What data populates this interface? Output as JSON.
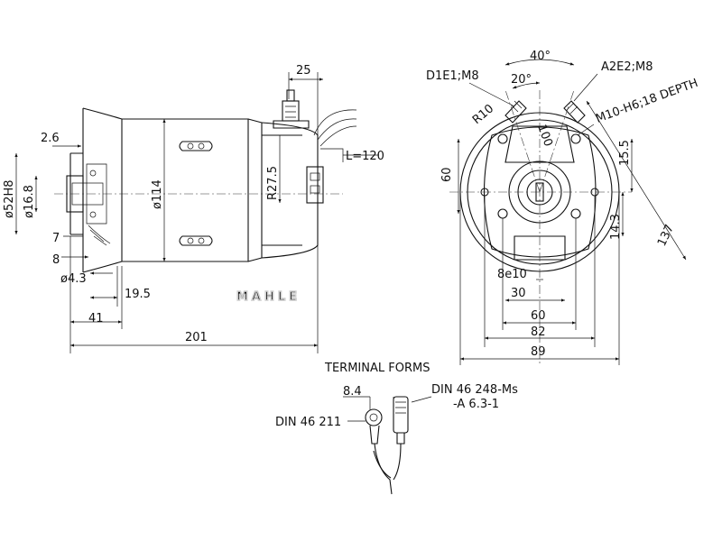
{
  "watermark": "MAHLE",
  "side_view": {
    "dim_top_25": "25",
    "dim_2_6": "2.6",
    "dim_L120": "L=120",
    "dim_52H8": "ø52H8",
    "dim_16_8": "ø16.8",
    "dim_114": "ø114",
    "dim_R27_5": "R27.5",
    "dim_7": "7",
    "dim_8": "8",
    "dim_4_3": "ø4.3",
    "dim_19_5": "19.5",
    "dim_41": "41",
    "dim_201": "201"
  },
  "end_view": {
    "angle_40": "40°",
    "angle_20": "20°",
    "label_d1e1": "D1E1;M8",
    "label_a2e2": "A2E2;M8",
    "label_m10": "M10-H6;18 DEPTH",
    "dim_R10": "R10",
    "dim_100": "100",
    "dim_60_v": "60",
    "dim_15_5": "15.5",
    "dim_14_3": "14.3",
    "dim_137": "137",
    "dim_8e10": "8e10",
    "dim_30": "30",
    "dim_60_h": "60",
    "dim_82": "82",
    "dim_89": "89"
  },
  "terminal": {
    "title": "TERMINAL FORMS",
    "dim_8_4": "8.4",
    "din_248": "DIN 46 248-Ms",
    "din_248_sub": "-A 6.3-1",
    "din_211": "DIN 46 211"
  }
}
